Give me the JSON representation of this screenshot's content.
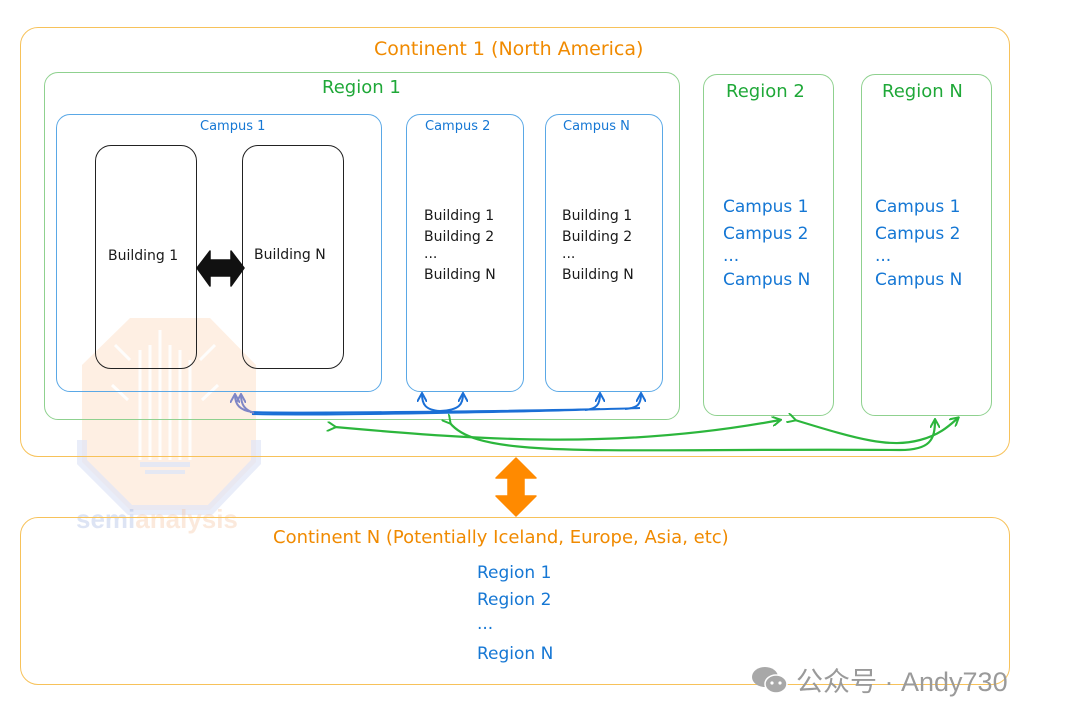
{
  "continent_1": {
    "title": "Continent 1 (North America)",
    "region_1": {
      "title": "Region 1",
      "campus_1": {
        "title": "Campus 1",
        "building_a": "Building 1",
        "building_b": "Building N"
      },
      "campus_2": {
        "title": "Campus 2",
        "buildings": [
          "Building 1",
          "Building 2",
          "...",
          "Building N"
        ]
      },
      "campus_n": {
        "title": "Campus N",
        "buildings": [
          "Building 1",
          "Building 2",
          "...",
          "Building N"
        ]
      }
    },
    "region_2": {
      "title": "Region 2",
      "campuses": [
        "Campus 1",
        "Campus 2",
        "...",
        "Campus N"
      ]
    },
    "region_n": {
      "title": "Region N",
      "campuses": [
        "Campus 1",
        "Campus 2",
        "...",
        "Campus N"
      ]
    }
  },
  "continent_n": {
    "title": "Continent N (Potentially Iceland, Europe, Asia, etc)",
    "regions": [
      "Region 1",
      "Region 2",
      "...",
      "Region N"
    ]
  },
  "watermark": {
    "part_a": "semi",
    "part_b": "analysis"
  },
  "footer": {
    "icon": "wechat-icon",
    "text": "公众号 · Andy730"
  },
  "colors": {
    "continent": "#f7c25a",
    "continent_text": "#f08a00",
    "region": "#8fd18f",
    "region_text": "#1fa838",
    "campus": "#5aa8e6",
    "campus_text": "#1577d4",
    "building": "#222222",
    "arrow_orange": "#ff8a00",
    "arrow_green": "#2cb63c",
    "arrow_blue": "#1a6fd6"
  }
}
